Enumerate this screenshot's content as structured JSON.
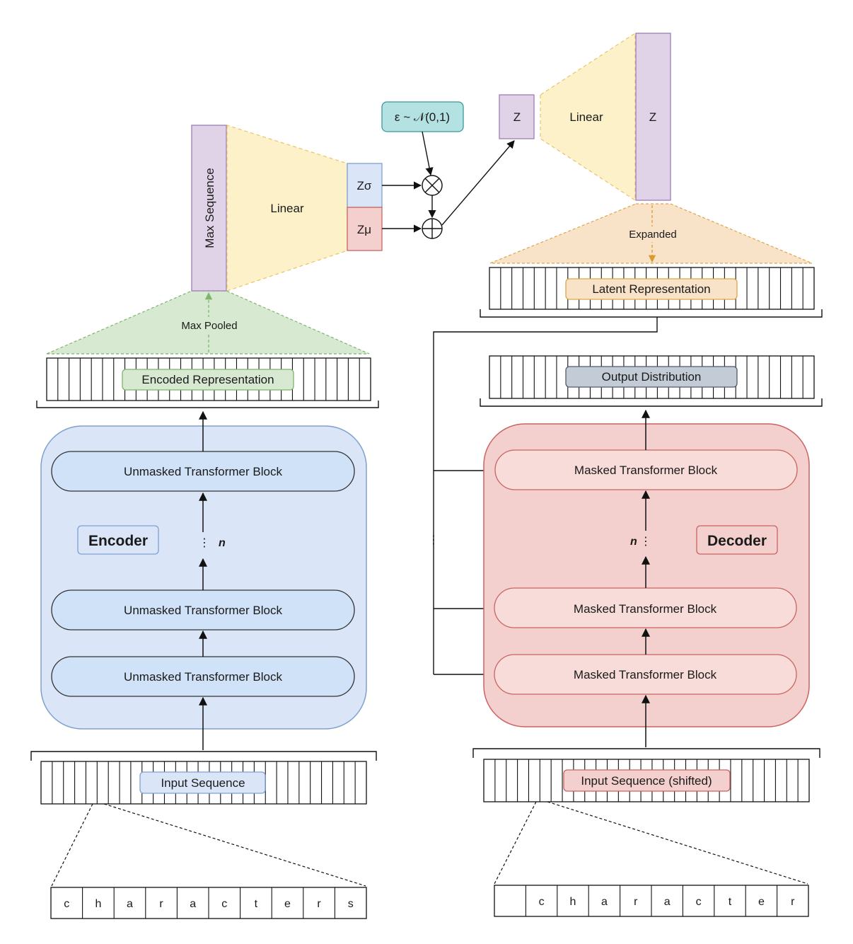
{
  "encoder": {
    "title": "Encoder",
    "blocks": [
      "Unmasked Transformer Block",
      "Unmasked Transformer Block",
      "Unmasked Transformer Block"
    ],
    "repeat_symbol": "n",
    "input_label": "Input Sequence",
    "input_chars": [
      "c",
      "h",
      "a",
      "r",
      "a",
      "c",
      "t",
      "e",
      "r",
      "s"
    ],
    "encoded_label": "Encoded Representation",
    "pool_label": "Max Pooled",
    "max_seq_label": "Max Sequence",
    "linear_label": "Linear",
    "z_sigma": "Zσ",
    "z_mu": "Zμ"
  },
  "sampling": {
    "epsilon_label": "ε ~ 𝒩(0,1)",
    "multiply_symbol": "×",
    "add_symbol": "+"
  },
  "decoder": {
    "title": "Decoder",
    "blocks": [
      "Masked Transformer Block",
      "Masked Transformer Block",
      "Masked Transformer Block"
    ],
    "repeat_symbol": "n",
    "z_small": "Z",
    "linear_label": "Linear",
    "z_large": "Z",
    "expanded_label": "Expanded",
    "latent_label": "Latent Representation",
    "output_label": "Output Distribution",
    "input_label": "Input Sequence (shifted)",
    "input_chars": [
      "",
      "c",
      "h",
      "a",
      "r",
      "a",
      "c",
      "t",
      "e",
      "r"
    ]
  },
  "colors": {
    "encoder_bg": "#dae6f8",
    "encoder_border": "#7f9fd0",
    "block_blue": "#d0e2f8",
    "decoder_bg": "#f3cfcd",
    "decoder_border": "#c96461",
    "block_red": "#f8dcda",
    "purple": "#e0d3e8",
    "purple_border": "#9d7eb3",
    "yellow": "#fdf1c9",
    "yellow_border": "#e8c467",
    "green": "#d8e9d2",
    "green_border": "#7cb56b",
    "orange": "#f8e3c8",
    "orange_border": "#e0a449",
    "teal": "#b4e1e1",
    "teal_border": "#3b9a9a",
    "output_box": "#c3ccd6"
  }
}
